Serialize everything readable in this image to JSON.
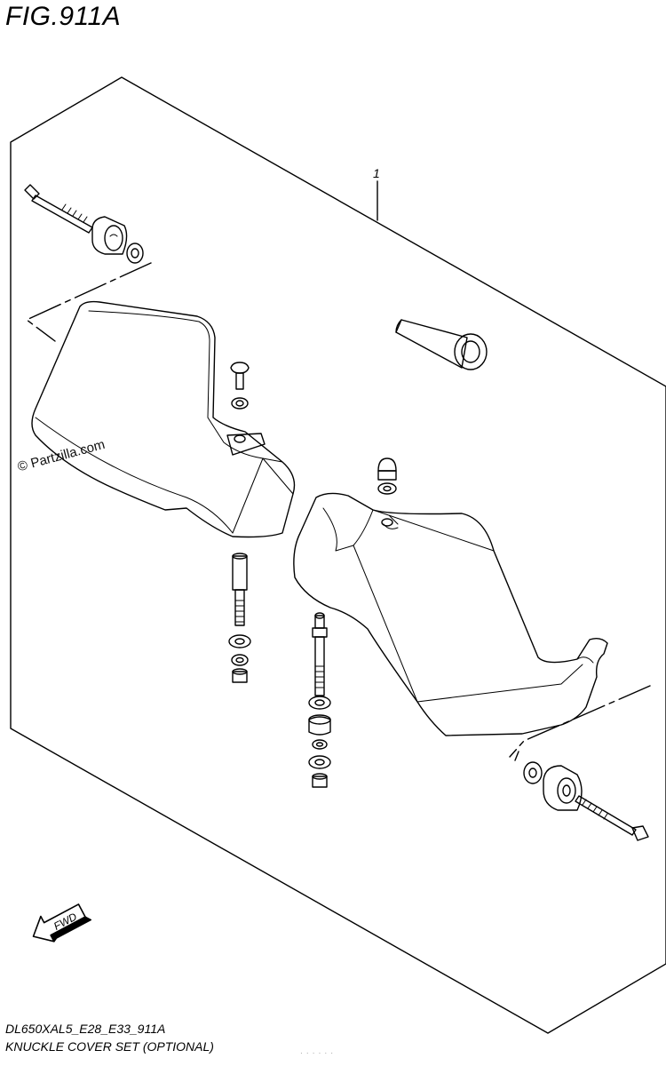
{
  "figure": {
    "title": "FIG.911A",
    "part_ref": "1",
    "copyright": "© Partzilla.com",
    "fwd_label": "FWD",
    "model_code": "DL650XAL5_E28_E33_911A",
    "caption": "KNUCKLE COVER SET (OPTIONAL)",
    "footnote": "· · · · · ·"
  },
  "icons": [
    "fwd-arrow-icon"
  ]
}
